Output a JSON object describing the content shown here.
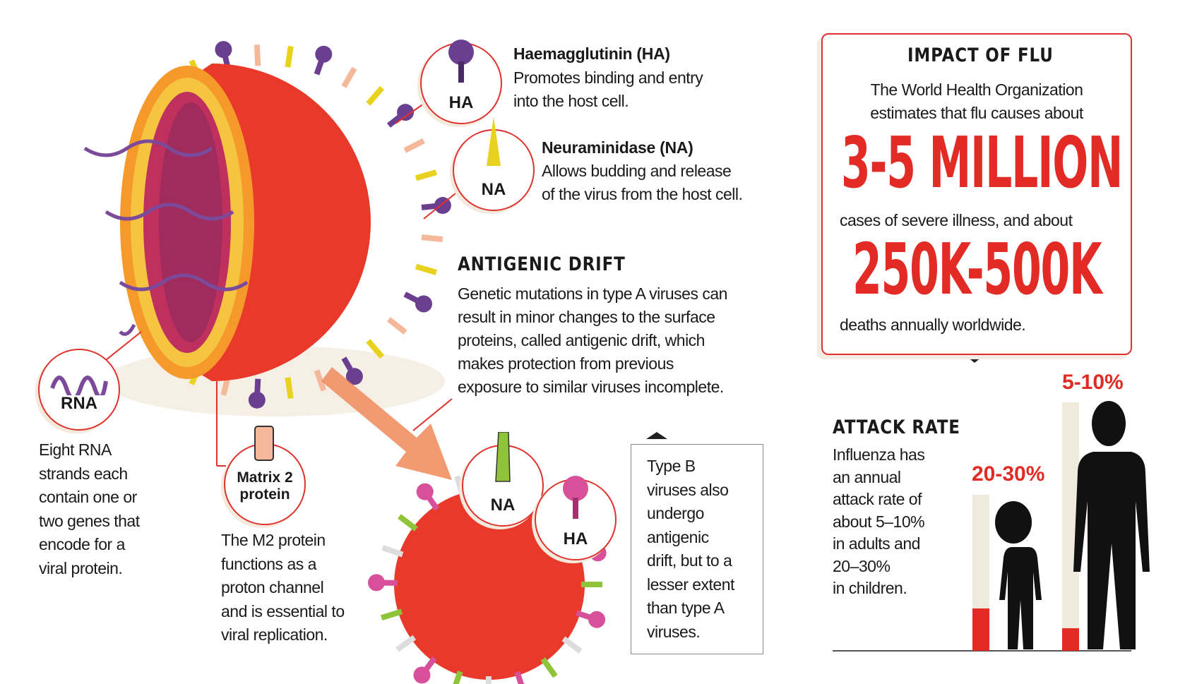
{
  "ha": {
    "badge": "HA",
    "title": "Haemagglutinin (HA)",
    "lines": [
      "Promotes binding and entry",
      "into the host cell."
    ]
  },
  "na": {
    "badge": "NA",
    "title": "Neuraminidase (NA)",
    "lines": [
      "Allows budding and release",
      "of the virus from the host cell."
    ]
  },
  "drift": {
    "title": "ANTIGENIC DRIFT",
    "lines": [
      "Genetic mutations in type A viruses can",
      "result in minor changes to the surface",
      "proteins, called antigenic drift, which",
      "makes protection from previous",
      "exposure to similar viruses incomplete."
    ]
  },
  "rna": {
    "badge": "RNA",
    "lines": [
      "Eight RNA",
      "strands each",
      "contain one or",
      "two genes that",
      "encode for a",
      "viral protein."
    ]
  },
  "m2": {
    "badge_lines": [
      "Matrix 2",
      "protein"
    ],
    "lines": [
      "The M2 protein",
      "functions as a",
      "proton channel",
      "and is essential to",
      "viral replication."
    ]
  },
  "small_virus": {
    "na_badge": "NA",
    "ha_badge": "HA"
  },
  "typeb": {
    "lines": [
      "Type B",
      "viruses also",
      "undergo",
      "antigenic",
      "drift, but to a",
      "lesser extent",
      "than type A",
      "viruses."
    ]
  },
  "impact": {
    "title": "IMPACT OF FLU",
    "intro": [
      "The World Health Organization",
      "estimates that flu causes about"
    ],
    "big1": "3-5 MILLION",
    "mid": "cases of severe illness, and about",
    "big2": "250K-500K",
    "outro": "deaths annually worldwide."
  },
  "attack": {
    "title": "ATTACK RATE",
    "lines": [
      "Influenza has",
      "an annual",
      "attack rate of",
      "about 5–10%",
      "in adults and",
      "20–30%",
      "in children."
    ],
    "child": {
      "label": "20-30%",
      "fill": 0.27
    },
    "adult": {
      "label": "5-10%",
      "fill": 0.09
    }
  },
  "colors": {
    "red": "#e22b25",
    "virus": "#e8392a",
    "purple": "#6b3f8f",
    "yellow": "#e8d21e",
    "beige": "#efeadc"
  }
}
